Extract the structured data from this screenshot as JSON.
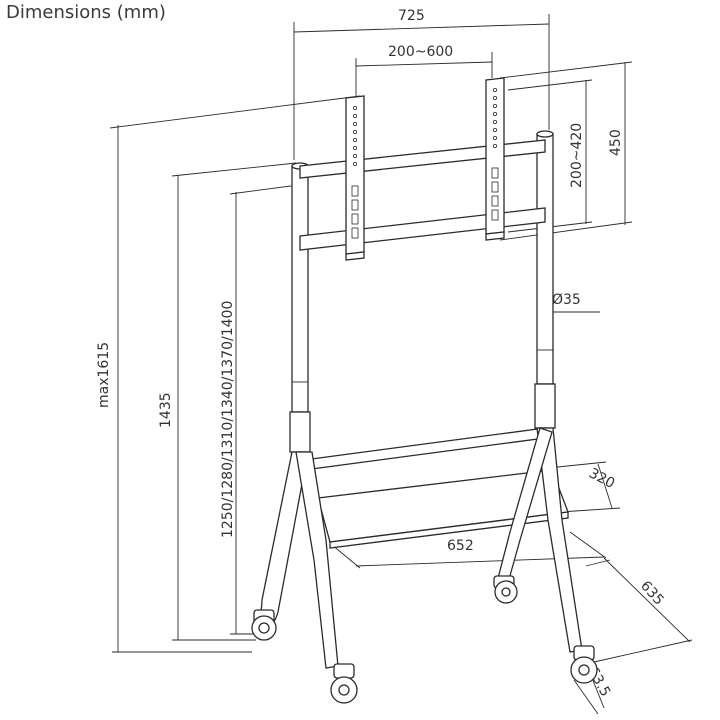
{
  "title": "Dimensions (mm)",
  "dimensions": {
    "overall_width": "725",
    "vesa_width": "200~600",
    "vesa_height": "200~420",
    "bracket_height": "450",
    "pole_diameter": "Ø35",
    "max_height": "max1615",
    "height_1435": "1435",
    "height_options": "1250/1280/1310/1340/1370/1400",
    "shelf_depth": "320",
    "shelf_width": "652",
    "base_depth": "635",
    "base_offset": "63.5"
  }
}
